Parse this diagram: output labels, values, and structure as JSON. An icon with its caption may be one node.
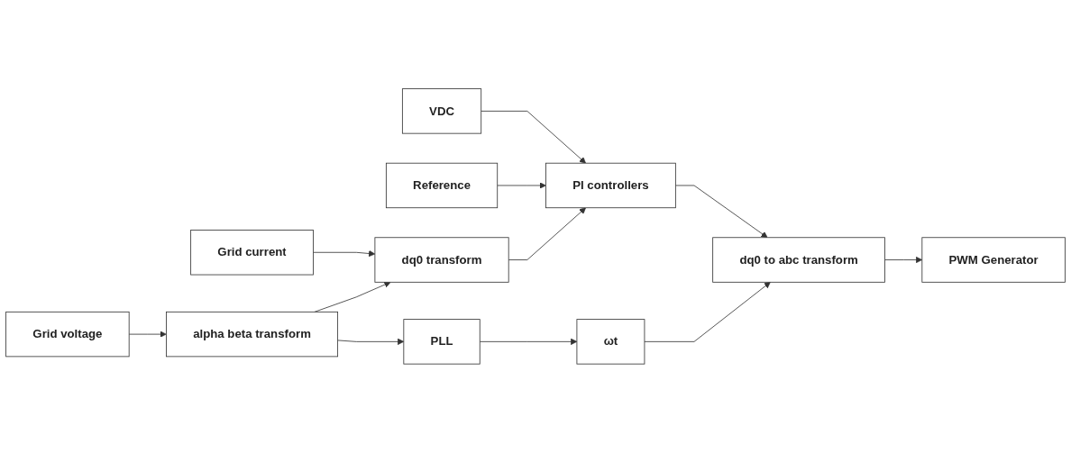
{
  "diagram": {
    "nodes": [
      {
        "text": [
          "VDC"
        ]
      },
      {
        "text": [
          "Reference"
        ]
      },
      {
        "text": [
          "Grid current"
        ]
      },
      {
        "text": [
          "Grid voltage"
        ]
      },
      {
        "text": [
          "alpha beta transform"
        ]
      },
      {
        "text": [
          "dq0 transform"
        ]
      },
      {
        "text": [
          "PI controllers"
        ]
      },
      {
        "text": [
          "dq0 to abc transform"
        ]
      },
      {
        "text": [
          "PWM Generator"
        ]
      },
      {
        "text": [
          "PLL"
        ]
      },
      {
        "text": [
          "ωt"
        ]
      }
    ],
    "edges": [
      {
        "from": 2,
        "to": 5,
        "arrow": "to"
      },
      {
        "from": 0,
        "to": 6,
        "arrow": "to"
      },
      {
        "from": 1,
        "to": 6,
        "arrow": "to"
      },
      {
        "from": 3,
        "to": 4,
        "arrow": "to"
      },
      {
        "from": 4,
        "to": 5,
        "arrow": "to"
      },
      {
        "from": 5,
        "to": 6,
        "arrow": "to"
      },
      {
        "from": 6,
        "to": 7,
        "arrow": "to"
      },
      {
        "from": 7,
        "to": 8,
        "arrow": "to"
      },
      {
        "from": 4,
        "to": 9,
        "arrow": "to"
      },
      {
        "from": 9,
        "to": 10,
        "arrow": "to"
      },
      {
        "from": 10,
        "to": 7,
        "arrow": "to"
      }
    ]
  }
}
